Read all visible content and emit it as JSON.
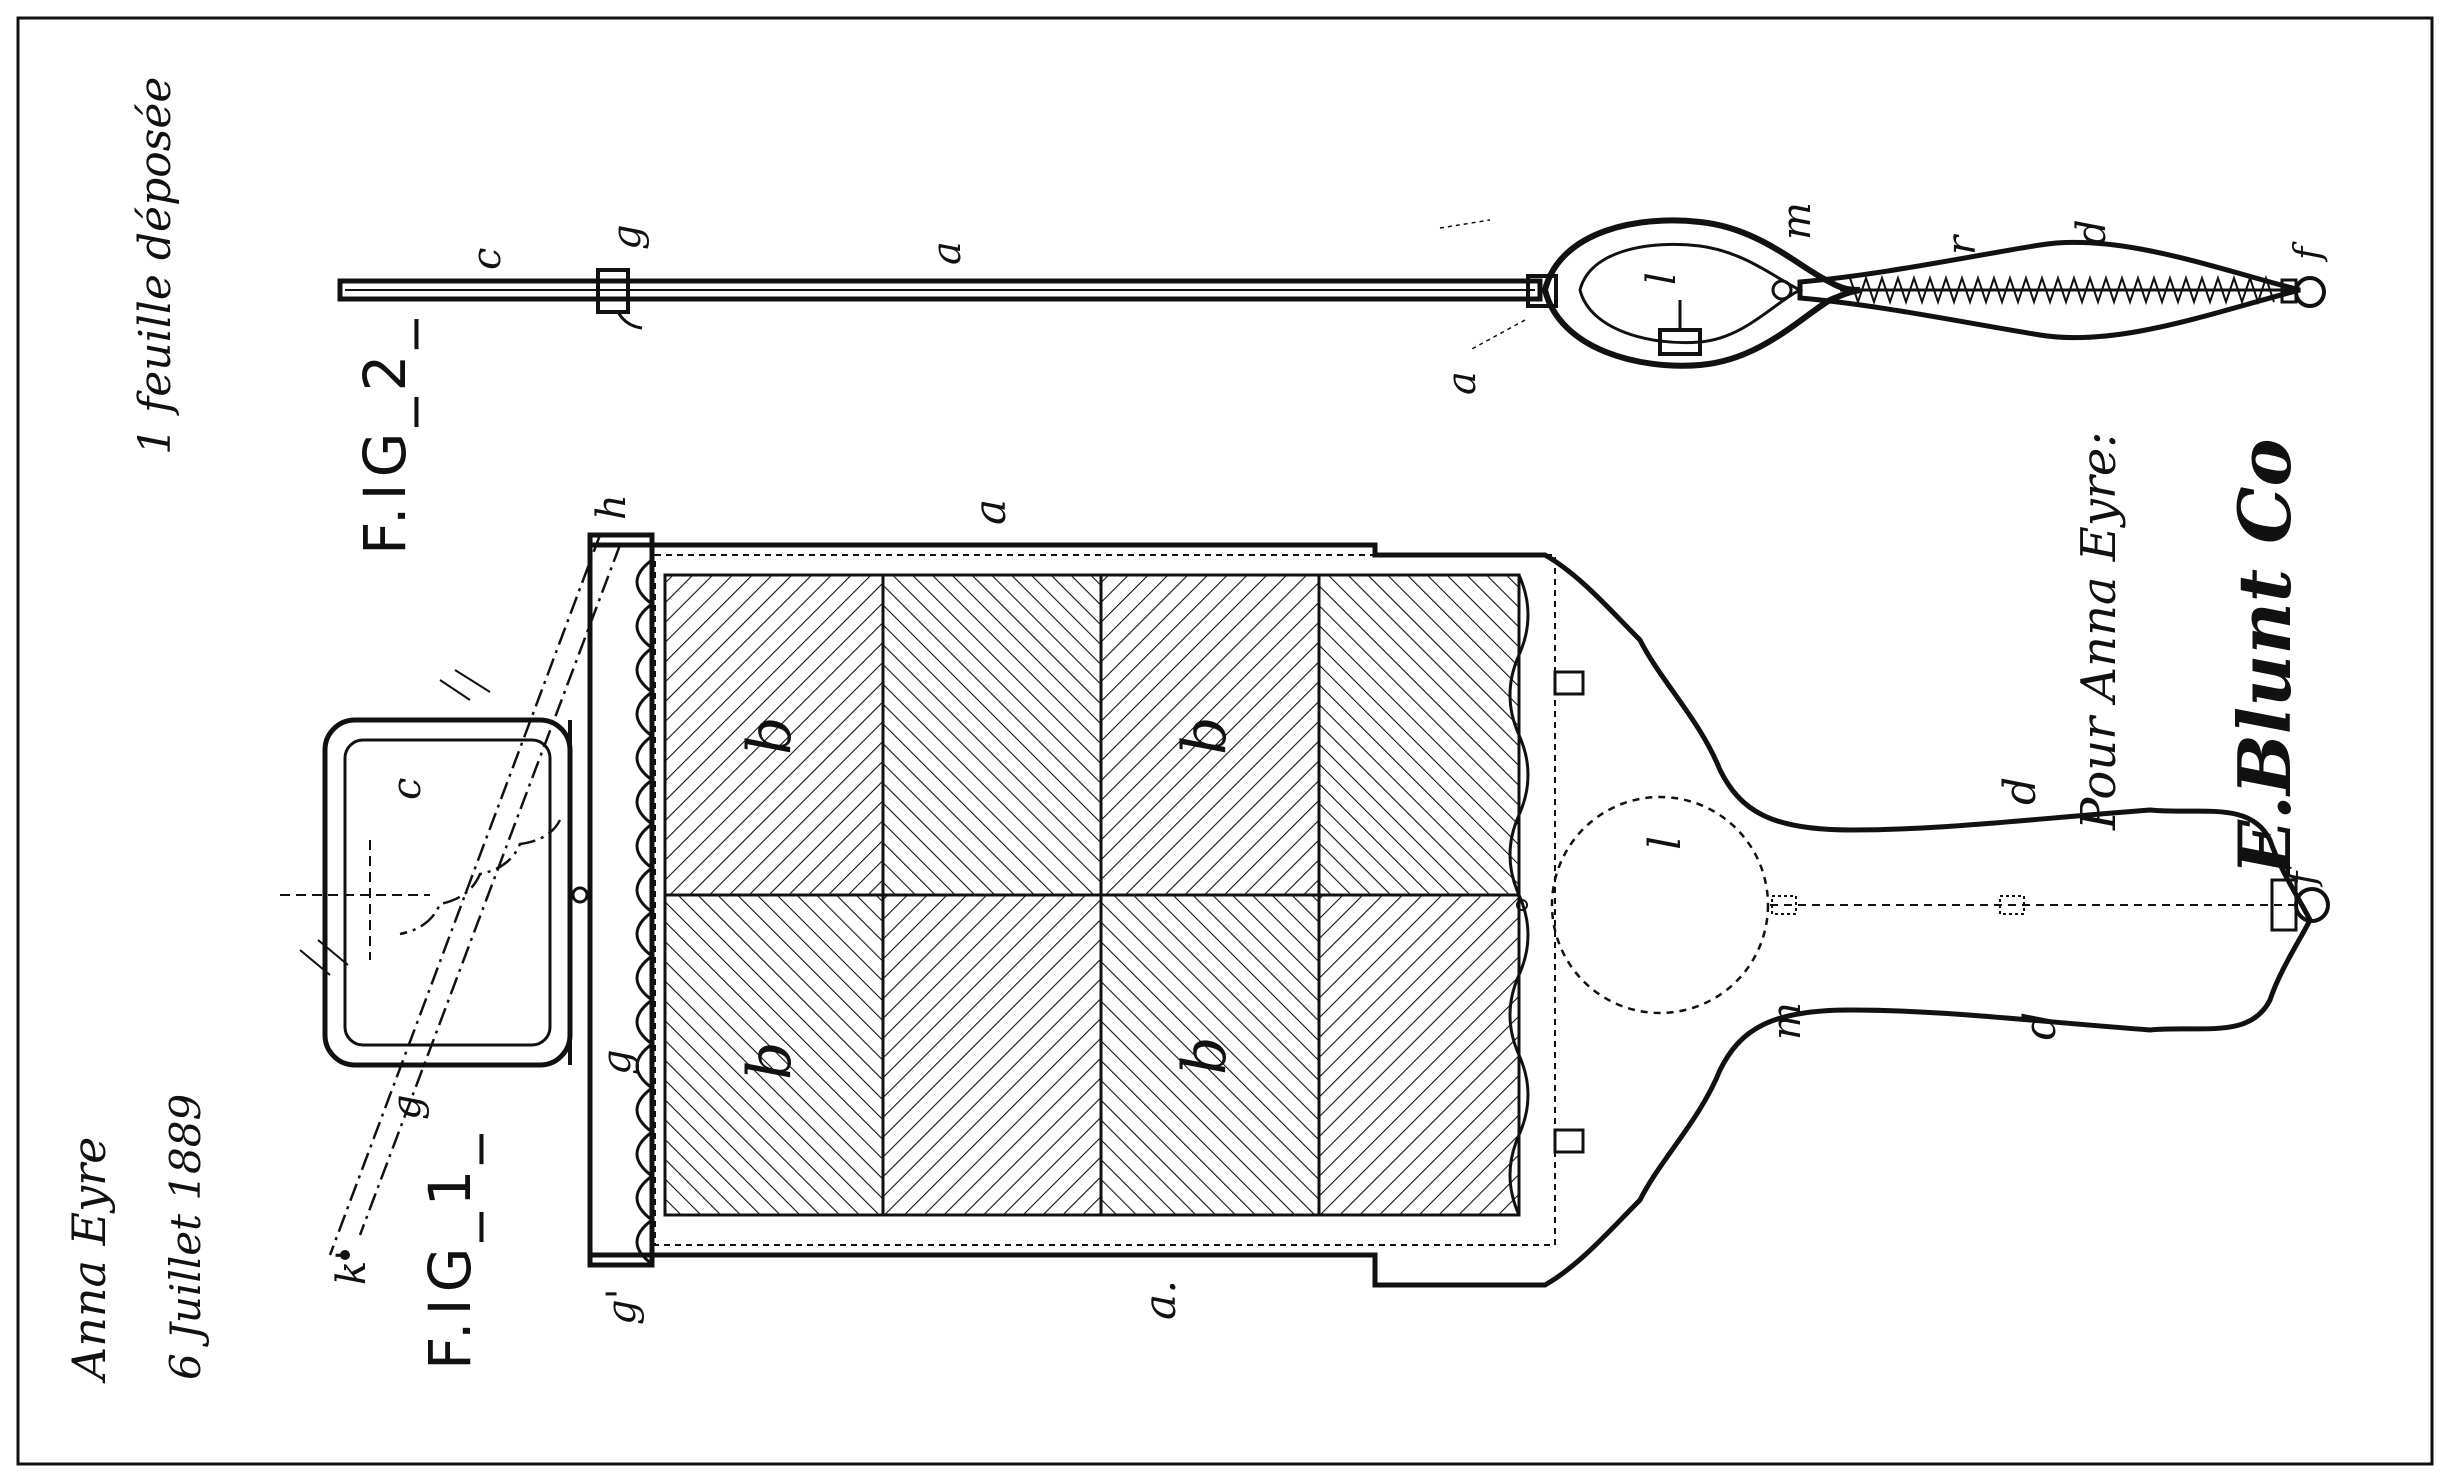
{
  "sheet_note": "1 feuille déposée",
  "fig1_label": "F.IG_1_",
  "fig2_label": "F.IG_2_",
  "applicant_signature": "Anna Eyre",
  "filing_date": "6 Juillet 1889",
  "attorney_line": "Pour Anna Eyre:",
  "attorney_signature": "E.Blunt Co",
  "fig1_letters": {
    "a_top": "a",
    "a_bottom": "a.",
    "h": "h",
    "g": "g",
    "g_prime": "g'",
    "g_left": "g",
    "k_prime": "k'",
    "c": "c",
    "b1": "b",
    "b2": "b",
    "b3": "b",
    "b4": "b",
    "d_upper": "d",
    "d_lower": "d",
    "f": "f",
    "l": "l",
    "m": "m"
  },
  "fig2_letters": {
    "c": "c",
    "g": "g",
    "a_mid": "a",
    "a_end": "a",
    "l": "l",
    "m": "m",
    "r": "r",
    "d": "d",
    "f": "f"
  },
  "colors": {
    "ink": "#111111",
    "paper": "#ffffff"
  }
}
